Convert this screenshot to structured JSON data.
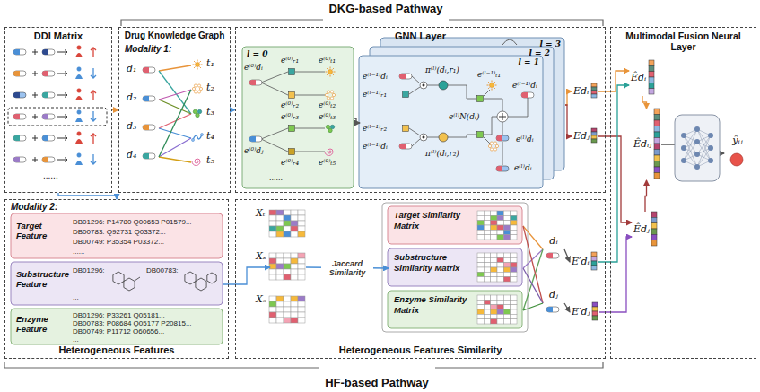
{
  "diagram": {
    "nodes": [
      {
        "text": [
          "DDI Matrix"
        ]
      },
      {
        "text": [
          "Drug Knowledge Graph",
          "Modality 1:"
        ]
      },
      {
        "text": [
          "d₁"
        ],
        "in": 1
      },
      {
        "text": [
          "d₂"
        ],
        "in": 1
      },
      {
        "text": [
          "d₃"
        ],
        "in": 1
      },
      {
        "text": [
          "d₄"
        ],
        "in": 1
      },
      {
        "text": [
          "t₁"
        ],
        "in": 1
      },
      {
        "text": [
          "t₂"
        ],
        "in": 1
      },
      {
        "text": [
          "t₃"
        ],
        "in": 1
      },
      {
        "text": [
          "t₄"
        ],
        "in": 1
      },
      {
        "text": [
          "t₅"
        ],
        "in": 1
      },
      {
        "text": [
          "GNN Layer"
        ]
      },
      {
        "text": [
          "l = 0"
        ],
        "in": 11
      },
      {
        "text": [
          "l = 1"
        ],
        "in": 11
      },
      {
        "text": [
          "l = 2"
        ],
        "in": 11
      },
      {
        "text": [
          "l = 3"
        ],
        "in": 11
      },
      {
        "text": [
          "Edᵢ"
        ],
        "in": 11
      },
      {
        "text": [
          "Edⱼ"
        ],
        "in": 11
      },
      {
        "text": [
          "Multimodal Fusion Neural Layer"
        ]
      },
      {
        "text": [
          "Êdᵢ"
        ],
        "in": 18
      },
      {
        "text": [
          "Êdᵢⱼ"
        ],
        "in": 18
      },
      {
        "text": [
          "Êdⱼ"
        ],
        "in": 18
      },
      {
        "text": [
          "ŷᵢⱼ"
        ],
        "in": 18
      },
      {
        "text": [
          "Modality 2:",
          "Heterogeneous Features"
        ]
      },
      {
        "text": [
          "Target Feature",
          "DB01296: P14780 Q00653 P01579...",
          "DB00783: Q92731 Q03372...",
          "DB00749: P35354 P03372...",
          "......"
        ],
        "in": 23
      },
      {
        "text": [
          "Substructure Feature",
          "DB01296:",
          "DB00783:",
          "..."
        ],
        "in": 23
      },
      {
        "text": [
          "Enzyme Feature",
          "DB01296: P33261 Q05181...",
          "DB00783: P08684 Q05177 P20815...",
          "DB00749: P11712 O60656...",
          "..."
        ],
        "in": 23
      },
      {
        "text": [
          "Heterogeneous Features Similarity"
        ]
      },
      {
        "text": [
          "Xₜ"
        ],
        "in": 27
      },
      {
        "text": [
          "Xₛ"
        ],
        "in": 27
      },
      {
        "text": [
          "Xₑ"
        ],
        "in": 27
      },
      {
        "text": [
          "Target Similarity Matrix"
        ],
        "in": 27
      },
      {
        "text": [
          "Substructure Similarity Matrix"
        ],
        "in": 27
      },
      {
        "text": [
          "Enzyme Similarity Matrix"
        ],
        "in": 27
      },
      {
        "text": [
          "dᵢ"
        ],
        "in": 27
      },
      {
        "text": [
          "dⱼ"
        ],
        "in": 27
      },
      {
        "text": [
          "E′dᵢ"
        ],
        "in": 27
      },
      {
        "text": [
          "E′dⱼ"
        ],
        "in": 27
      }
    ],
    "edges": [
      {
        "from": 0,
        "to": 1,
        "arrow": "to"
      },
      {
        "from": 0,
        "to": 23,
        "arrow": "to"
      },
      {
        "from": 1,
        "to": 11,
        "arrow": "to"
      },
      {
        "from": 2,
        "to": 6,
        "arrow": "none"
      },
      {
        "from": 2,
        "to": 8,
        "arrow": "none"
      },
      {
        "from": 3,
        "to": 7,
        "arrow": "none"
      },
      {
        "from": 3,
        "to": 8,
        "arrow": "none"
      },
      {
        "from": 4,
        "to": 8,
        "arrow": "none"
      },
      {
        "from": 4,
        "to": 9,
        "arrow": "none"
      },
      {
        "from": 5,
        "to": 9,
        "arrow": "none"
      },
      {
        "from": 5,
        "to": 10,
        "arrow": "none"
      },
      {
        "from": 5,
        "to": 7,
        "arrow": "none"
      },
      {
        "from": 12,
        "to": 13,
        "arrow": "to"
      },
      {
        "from": 15,
        "to": 16,
        "arrow": "to"
      },
      {
        "from": 15,
        "to": 17,
        "arrow": "to"
      },
      {
        "from": 16,
        "to": 19,
        "arrow": "to"
      },
      {
        "from": 17,
        "to": 21,
        "arrow": "to"
      },
      {
        "from": 19,
        "to": 20,
        "arrow": "to"
      },
      {
        "from": 21,
        "to": 20,
        "arrow": "to"
      },
      {
        "from": 20,
        "to": 22,
        "arrow": "to"
      },
      {
        "from": 25,
        "to": 29,
        "arrow": "to"
      },
      {
        "from": 29,
        "to": 32,
        "arrow": "to",
        "label": "Jaccard Similarity"
      },
      {
        "from": 31,
        "to": 34,
        "arrow": "none"
      },
      {
        "from": 32,
        "to": 34,
        "arrow": "none"
      },
      {
        "from": 33,
        "to": 34,
        "arrow": "none"
      },
      {
        "from": 31,
        "to": 35,
        "arrow": "none"
      },
      {
        "from": 32,
        "to": 35,
        "arrow": "none"
      },
      {
        "from": 33,
        "to": 35,
        "arrow": "none"
      },
      {
        "from": 34,
        "to": 36,
        "arrow": "to"
      },
      {
        "from": 35,
        "to": 37,
        "arrow": "to"
      },
      {
        "from": 36,
        "to": 19,
        "arrow": "to"
      },
      {
        "from": 37,
        "to": 21,
        "arrow": "to"
      }
    ],
    "labels": [
      "DKG-based Pathway",
      "HF-based Pathway",
      "......",
      "e⁽⁰⁾dᵢ",
      "e⁽⁰⁾ᵣ₁",
      "e⁽⁰⁾ₜ₁",
      "e⁽⁰⁾ᵣ₂",
      "e⁽⁰⁾ₜ₂",
      "e⁽⁰⁾ᵣ₃",
      "e⁽⁰⁾ₜ₃",
      "e⁽⁰⁾dⱼ",
      "e⁽⁰⁾ᵣ₄",
      "e⁽⁰⁾ₜ₅",
      "......",
      "e⁽ˡ⁻¹⁾dᵢ",
      "e⁽ˡ⁻¹⁾ᵣ₁",
      "π⁽ˡ⁾(dᵢ,r₁)",
      "e⁽ˡ⁻¹⁾ₜ₁",
      "e⁽ˡ⁻¹⁾ᵣ₂",
      "e⁽ˡ⁻¹⁾dᵢ",
      "π⁽ˡ⁾(dᵢ,r₂)",
      "e⁽ˡ⁻¹⁾dᵢ",
      "e⁽ˡ⁾N(dᵢ)",
      "e⁽ˡ⁾dᵢ",
      "e⁽ˡ⁾dᵢ",
      "......"
    ]
  }
}
